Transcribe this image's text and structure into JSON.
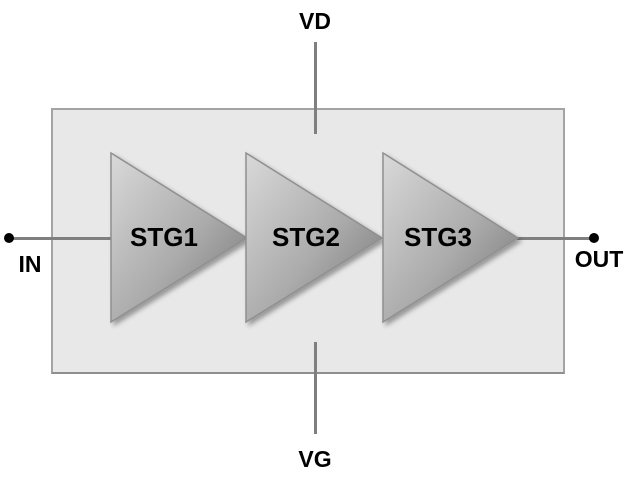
{
  "diagram": {
    "supply": {
      "top_label": "VD",
      "bottom_label": "VG"
    },
    "ports": {
      "input_label": "IN",
      "output_label": "OUT"
    },
    "stages": [
      {
        "label": "STG1"
      },
      {
        "label": "STG2"
      },
      {
        "label": "STG3"
      }
    ],
    "colors": {
      "background": "#ffffff",
      "box_fill": "#e8e8e8",
      "box_border": "#a3a3a3",
      "wire": "#7f7f7f",
      "terminal_dot": "#000000",
      "stage_gradient_light": "#d9d9d9",
      "stage_gradient_dark": "#737373",
      "stage_border": "#8f8f8f",
      "label_text": "#000000"
    }
  }
}
